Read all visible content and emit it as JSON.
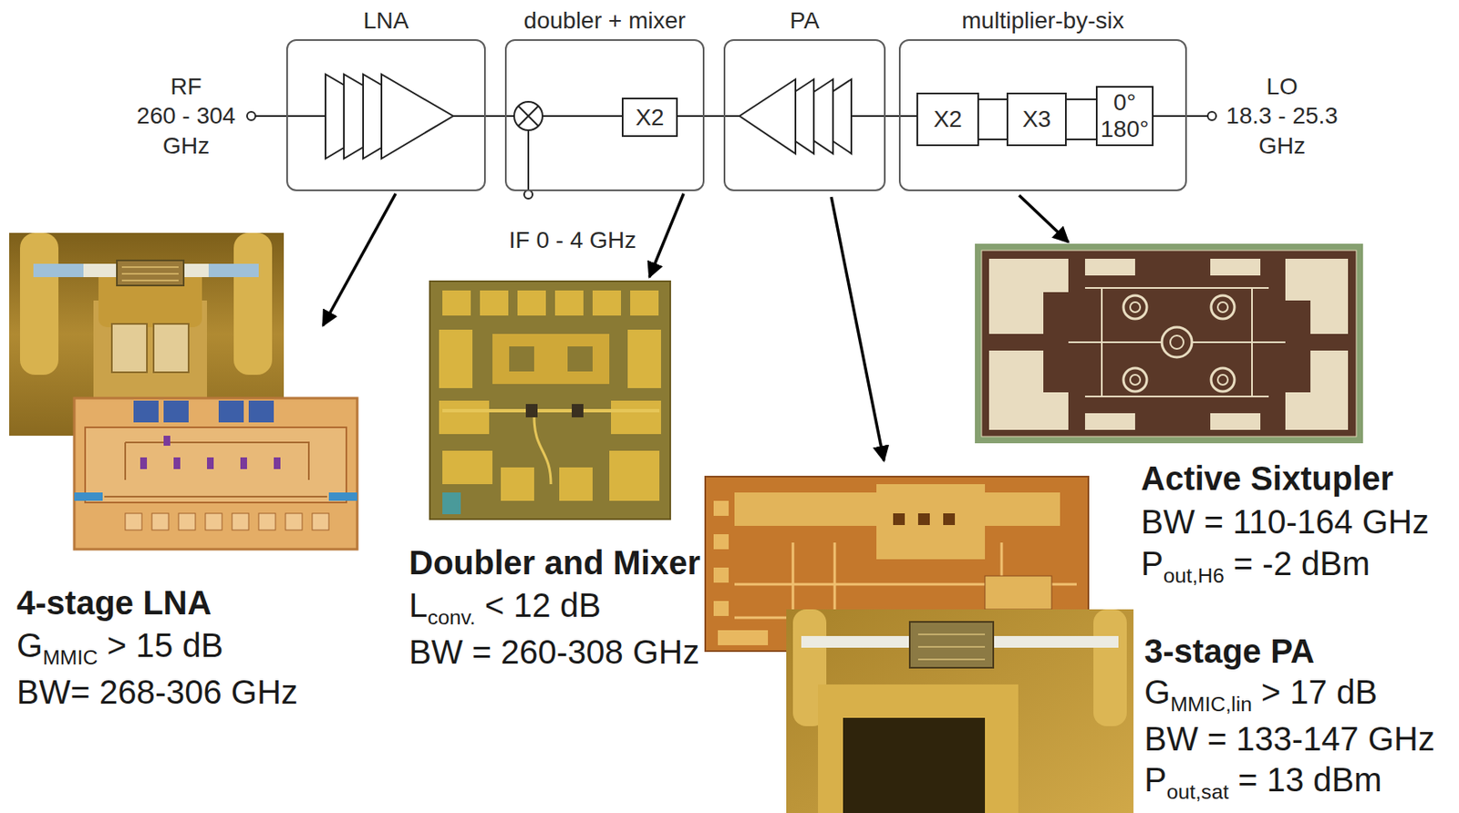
{
  "diagram": {
    "nodes": [
      {
        "text": [
          "LNA"
        ]
      },
      {
        "text": [
          "doubler + mixer"
        ]
      },
      {
        "text": [
          "X2"
        ],
        "in": 1
      },
      {
        "text": [
          "PA"
        ]
      },
      {
        "text": [
          "multiplier-by-six"
        ]
      },
      {
        "text": [
          "X2"
        ],
        "in": 4
      },
      {
        "text": [
          "X3"
        ],
        "in": 4
      },
      {
        "text": [
          "0°",
          "180°"
        ],
        "in": 4
      }
    ],
    "edges": [
      {
        "from": 0,
        "to": 1,
        "arrow": "none"
      },
      {
        "from": 2,
        "to": 3,
        "arrow": "none"
      },
      {
        "from": 3,
        "to": 5,
        "arrow": "none"
      },
      {
        "from": 5,
        "to": 6,
        "arrow": "none"
      },
      {
        "from": 5,
        "to": 6,
        "arrow": "none"
      },
      {
        "from": 6,
        "to": 7,
        "arrow": "none"
      },
      {
        "from": 6,
        "to": 7,
        "arrow": "none"
      }
    ],
    "labels": [
      "RF",
      "260 - 304 GHz",
      "IF 0 - 4 GHz",
      "LO",
      "18.3 - 25.3 GHz",
      "4-stage LNA",
      "GMMIC > 15 dB",
      "BW= 268-306 GHz",
      "Doubler and Mixer",
      "Lconv. < 12 dB",
      "BW = 260-308 GHz",
      "Active Sixtupler",
      "BW = 110-164 GHz",
      "Pout,H6 = -2 dBm",
      "3-stage PA",
      "GMMIC,lin > 17 dB",
      "BW = 133-147 GHz",
      "Pout,sat = 13 dBm"
    ]
  }
}
